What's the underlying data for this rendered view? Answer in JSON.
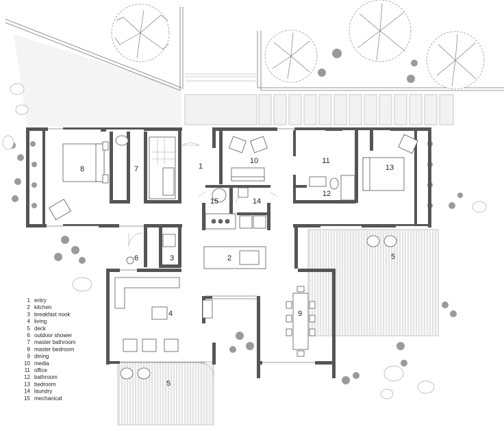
{
  "rooms": [
    {
      "num": "1",
      "name": "entry"
    },
    {
      "num": "2",
      "name": "kitchen"
    },
    {
      "num": "3",
      "name": "breakfast nook"
    },
    {
      "num": "4",
      "name": "living"
    },
    {
      "num": "5",
      "name": "deck"
    },
    {
      "num": "6",
      "name": "outdoor shower"
    },
    {
      "num": "7",
      "name": "master bathroom"
    },
    {
      "num": "8",
      "name": "master bedroom"
    },
    {
      "num": "9",
      "name": "dining"
    },
    {
      "num": "10",
      "name": "media"
    },
    {
      "num": "11",
      "name": "office"
    },
    {
      "num": "12",
      "name": "bathroom"
    },
    {
      "num": "13",
      "name": "bedroom"
    },
    {
      "num": "14",
      "name": "laundry"
    },
    {
      "num": "15",
      "name": "mechanical"
    }
  ],
  "plan_labels": {
    "entry": "1",
    "kitchen": "2",
    "breakfast_nook": "3",
    "living": "4",
    "deck_east": "5",
    "deck_south": "5",
    "outdoor_shower": "6",
    "master_bath": "7",
    "master_bed": "8",
    "dining": "9",
    "media": "10",
    "office": "11",
    "bathroom": "12",
    "bedroom": "13",
    "laundry": "14",
    "mechanical": "15"
  },
  "colors": {
    "wall": "#555555",
    "line": "#777777",
    "shrub": "#9a9a9a",
    "paper": "#ffffff"
  }
}
